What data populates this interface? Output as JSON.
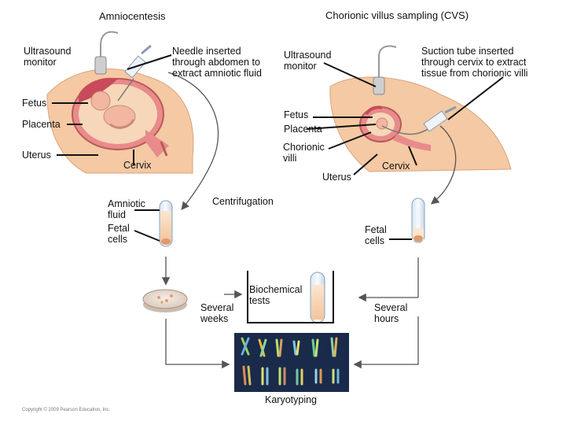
{
  "titles": {
    "amniocentesis": "Amniocentesis",
    "cvs": "Chorionic villus sampling (CVS)"
  },
  "amnio_labels": {
    "ultrasound_monitor": "Ultrasound\nmonitor",
    "needle": "Needle inserted\nthrough abdomen to\nextract amniotic fluid",
    "fetus": "Fetus",
    "placenta": "Placenta",
    "uterus": "Uterus",
    "cervix": "Cervix",
    "amniotic_fluid": "Amniotic\nfluid",
    "fetal_cells": "Fetal\ncells"
  },
  "cvs_labels": {
    "ultrasound_monitor": "Ultrasound\nmonitor",
    "suction_tube": "Suction tube inserted\nthrough cervix to extract\ntissue from chorionic villi",
    "fetus": "Fetus",
    "placenta": "Placenta",
    "chorionic_villi": "Chorionic\nvilli",
    "cervix": "Cervix",
    "uterus": "Uterus",
    "fetal_cells": "Fetal\ncells"
  },
  "process_labels": {
    "centrifugation": "Centrifugation",
    "biochemical_tests": "Biochemical\ntests",
    "several_weeks": "Several\nweeks",
    "several_hours": "Several\nhours",
    "karyotyping": "Karyotyping"
  },
  "copyright": "Copyright © 2009 Pearson Education, Inc.",
  "colors": {
    "skin": "#f4c9a3",
    "uterus": "#e98b8b",
    "placenta": "#c94a5a",
    "fetus": "#f2b7a0",
    "fluid": "#f6d7b9",
    "arrow": "#555555",
    "karyotype_bg": "#1a2a4a"
  }
}
